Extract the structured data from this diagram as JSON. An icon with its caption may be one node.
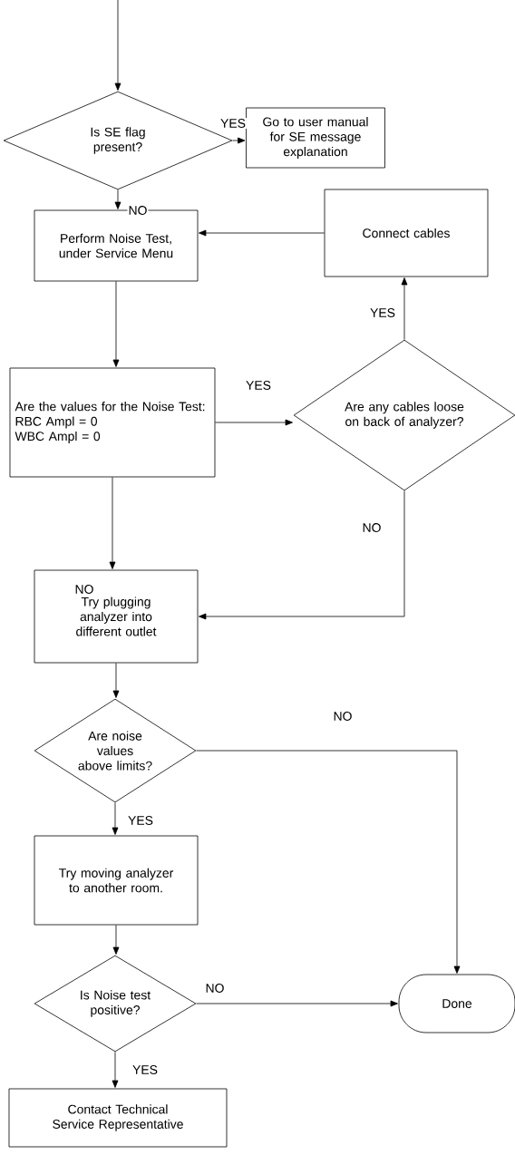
{
  "diagram": {
    "nodes": [
      {
        "text": [
          "Is SE flag present?"
        ]
      },
      {
        "text": [
          "Go to user manual for SE message explanation"
        ]
      },
      {
        "text": [
          "Perform Noise Test, under Service Menu"
        ]
      },
      {
        "text": [
          "Connect cables"
        ]
      },
      {
        "text": [
          "Are the values for the Noise Test:",
          "RBC Ampl = 0",
          "WBC Ampl = 0"
        ]
      },
      {
        "text": [
          "Are any cables loose on back of analyzer?"
        ]
      },
      {
        "text": [
          "Try plugging analyzer into different outlet"
        ]
      },
      {
        "text": [
          "Are noise values above limits?"
        ]
      },
      {
        "text": [
          "Try moving analyzer to another room."
        ]
      },
      {
        "text": [
          "Is Noise test positive?"
        ]
      },
      {
        "text": [
          "Done"
        ]
      },
      {
        "text": [
          "Contact Technical Service Representative"
        ]
      }
    ],
    "edges": [
      {
        "from": null,
        "to": 0,
        "arrow": "to"
      },
      {
        "from": 0,
        "to": 1,
        "arrow": "to",
        "label": "YES"
      },
      {
        "from": 0,
        "to": 2,
        "arrow": "to",
        "label": "NO"
      },
      {
        "from": 3,
        "to": 2,
        "arrow": "to"
      },
      {
        "from": 2,
        "to": 4,
        "arrow": "to"
      },
      {
        "from": 4,
        "to": 5,
        "arrow": "to",
        "label": "YES"
      },
      {
        "from": 5,
        "to": 3,
        "arrow": "to",
        "label": "YES"
      },
      {
        "from": 4,
        "to": 6,
        "arrow": "to",
        "label": "NO"
      },
      {
        "from": 5,
        "to": 6,
        "arrow": "to",
        "label": "NO"
      },
      {
        "from": 6,
        "to": 7,
        "arrow": "to"
      },
      {
        "from": 7,
        "to": 10,
        "arrow": "to",
        "label": "NO"
      },
      {
        "from": 7,
        "to": 8,
        "arrow": "to",
        "label": "YES"
      },
      {
        "from": 8,
        "to": 9,
        "arrow": "to"
      },
      {
        "from": 9,
        "to": 10,
        "arrow": "to",
        "label": "NO"
      },
      {
        "from": 9,
        "to": 11,
        "arrow": "to",
        "label": "YES"
      }
    ]
  }
}
